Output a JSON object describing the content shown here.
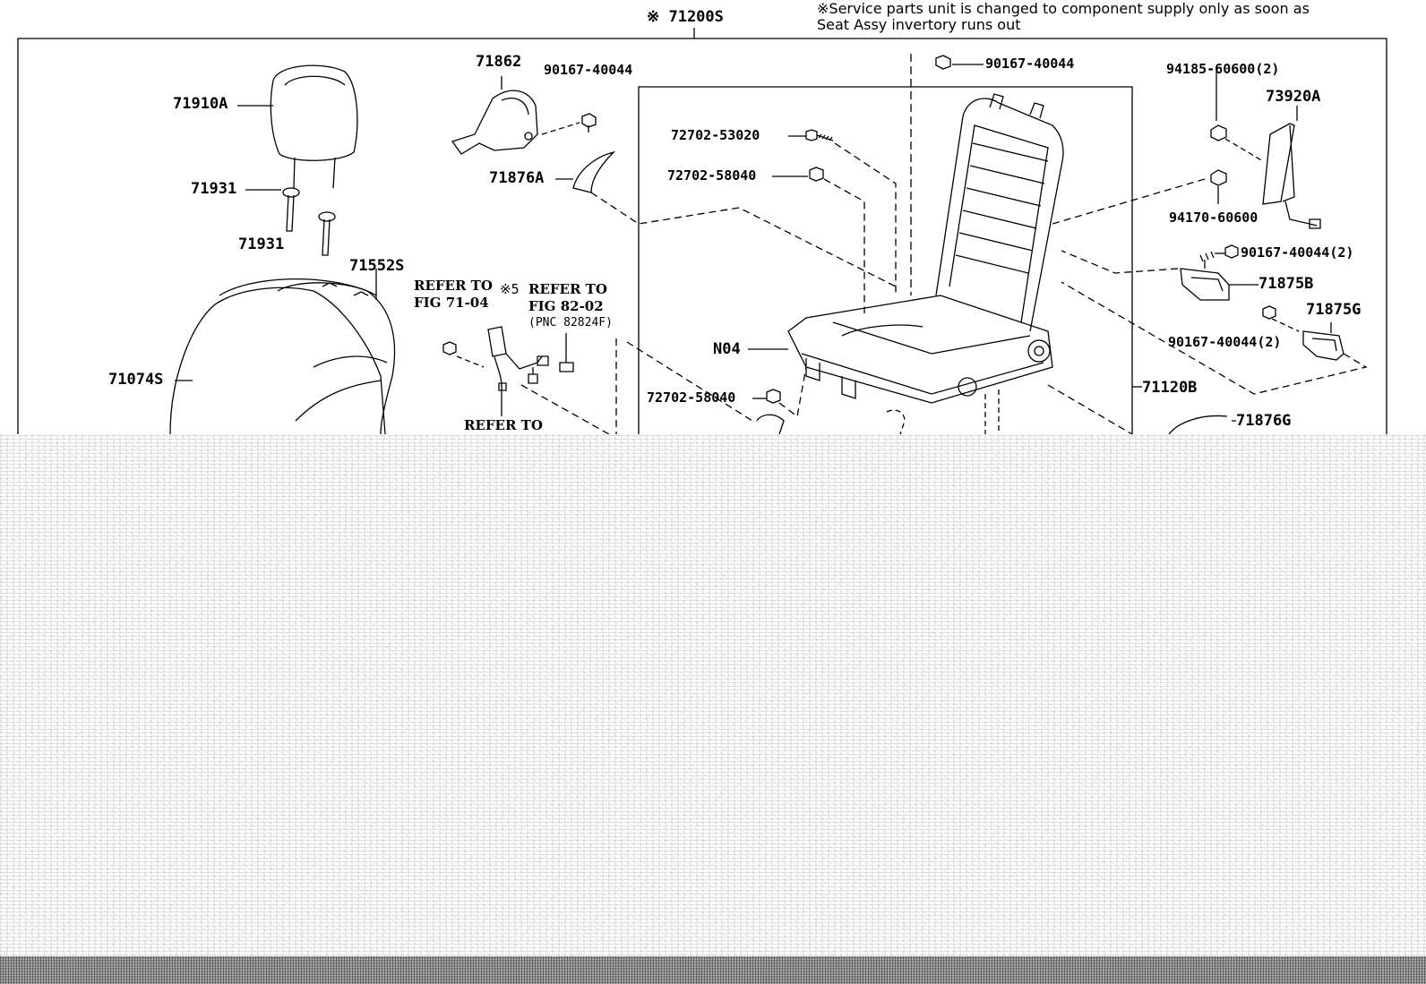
{
  "header": {
    "assembly_mark": "※ 71200S",
    "note_line1": "※Service parts unit is changed to component supply only as soon as",
    "note_line2": "Seat Assy invertory runs out"
  },
  "labels": {
    "p71910A": "71910A",
    "p71931a": "71931",
    "p71931b": "71931",
    "p71552S": "71552S",
    "p71074S": "71074S",
    "p71862": "71862",
    "p90167_40044_top": "90167-40044",
    "p71876A": "71876A",
    "p72702_53020": "72702-53020",
    "p72702_58040_a": "72702-58040",
    "p72702_58040_b": "72702-58040",
    "pN04": "N04",
    "p90167_40044_right_top": "90167-40044",
    "p94185_60600": "94185-60600(2)",
    "p73920A": "73920A",
    "p94170_60600": "94170-60600",
    "p90167_40044_2a": "90167-40044(2)",
    "p71875B": "71875B",
    "p71875G": "71875G",
    "p90167_40044_2b": "90167-40044(2)",
    "p71120B": "71120B",
    "p71876G": "71876G"
  },
  "refs": {
    "refer1_line1": "REFER TO",
    "refer1_line2": "FIG 71-04",
    "star5": "※5",
    "refer2_line1": "REFER TO",
    "refer2_line2": "FIG 82-02",
    "refer2_pnc": "(PNC 82824F)",
    "refer3_line1": "REFER TO"
  }
}
